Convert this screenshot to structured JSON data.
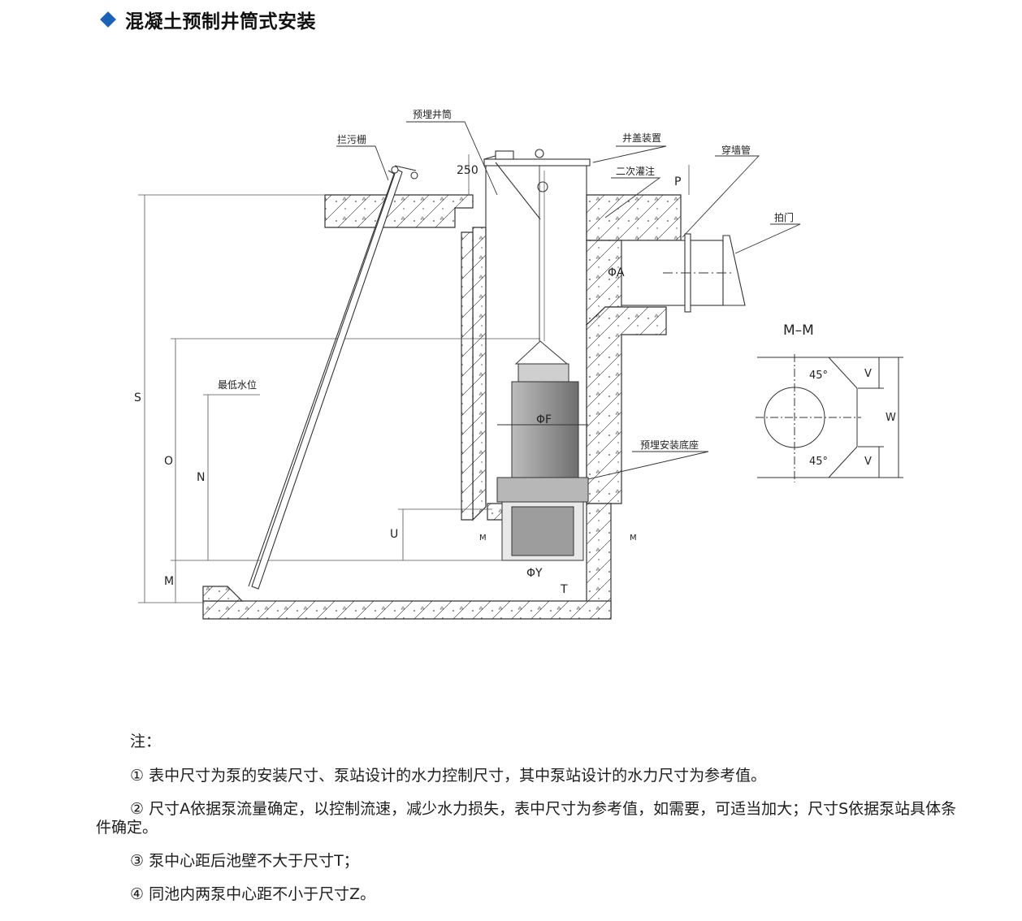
{
  "page": {
    "title": "混凝土预制井筒式安装",
    "accent_color": "#1a63b8"
  },
  "diagram": {
    "callouts": {
      "embedded_shaft": "预埋井筒",
      "trash_rack": "拦污栅",
      "cover_device": "井盖装置",
      "secondary_grouting": "二次灌注",
      "wall_pipe": "穿墙管",
      "flap_valve": "拍门",
      "base_seat": "预埋安装底座",
      "min_water_level": "最低水位"
    },
    "dimensions": {
      "d250": "250",
      "p": "P",
      "phi_a": "ΦA",
      "phi_f": "ΦF",
      "phi_y": "ΦY",
      "s": "S",
      "o": "O",
      "n": "N",
      "u": "U",
      "m": "M",
      "t": "T"
    },
    "section": {
      "title": "M–M",
      "angle_top": "45°",
      "angle_bottom": "45°",
      "v_top": "V",
      "v_bottom": "V",
      "w": "W",
      "mark_left": "M",
      "mark_right": "M"
    }
  },
  "notes": {
    "heading": "注：",
    "items": [
      "① 表中尺寸为泵的安装尺寸、泵站设计的水力控制尺寸，其中泵站设计的水力尺寸为参考值。",
      "②  尺寸A依据泵流量确定，以控制流速，减少水力损失，表中尺寸为参考值，如需要，可适当加大；尺寸S依据泵站具体条件确定。",
      "③ 泵中心距后池壁不大于尺寸T；",
      "④ 同池内两泵中心距不小于尺寸Z。"
    ]
  }
}
